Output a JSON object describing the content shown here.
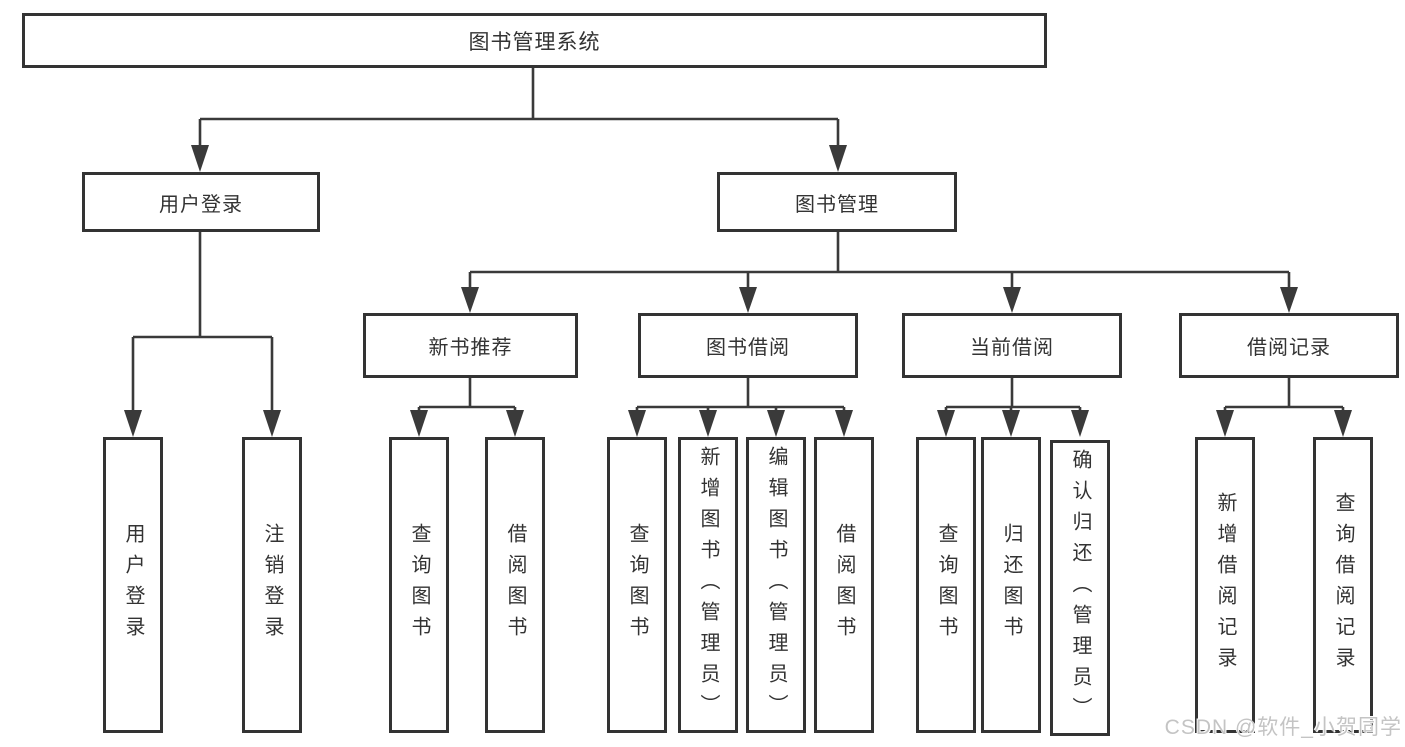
{
  "diagram_title": "图书管理系统",
  "tree": {
    "root": {
      "label": "图书管理系统",
      "children": [
        {
          "label": "用户登录",
          "children": [
            {
              "label": "用户登录"
            },
            {
              "label": "注销登录"
            }
          ]
        },
        {
          "label": "图书管理",
          "children": [
            {
              "label": "新书推荐",
              "children": [
                {
                  "label": "查询图书"
                },
                {
                  "label": "借阅图书"
                }
              ]
            },
            {
              "label": "图书借阅",
              "children": [
                {
                  "label": "查询图书"
                },
                {
                  "label": "新增图书（管理员）"
                },
                {
                  "label": "编辑图书（管理员）"
                },
                {
                  "label": "借阅图书"
                }
              ]
            },
            {
              "label": "当前借阅",
              "children": [
                {
                  "label": "查询图书"
                },
                {
                  "label": "归还图书"
                },
                {
                  "label": "确认归还（管理员）"
                }
              ]
            },
            {
              "label": "借阅记录",
              "children": [
                {
                  "label": "新增借阅记录"
                },
                {
                  "label": "查询借阅记录"
                }
              ]
            }
          ]
        }
      ]
    }
  },
  "watermark": {
    "text": "CSDN @软件_小贺同学"
  },
  "colors": {
    "background": "#ffffff",
    "box_border": "#333333",
    "connector_line": "#3a3a3a",
    "text": "#333333",
    "watermark": "#c4c4c4"
  }
}
